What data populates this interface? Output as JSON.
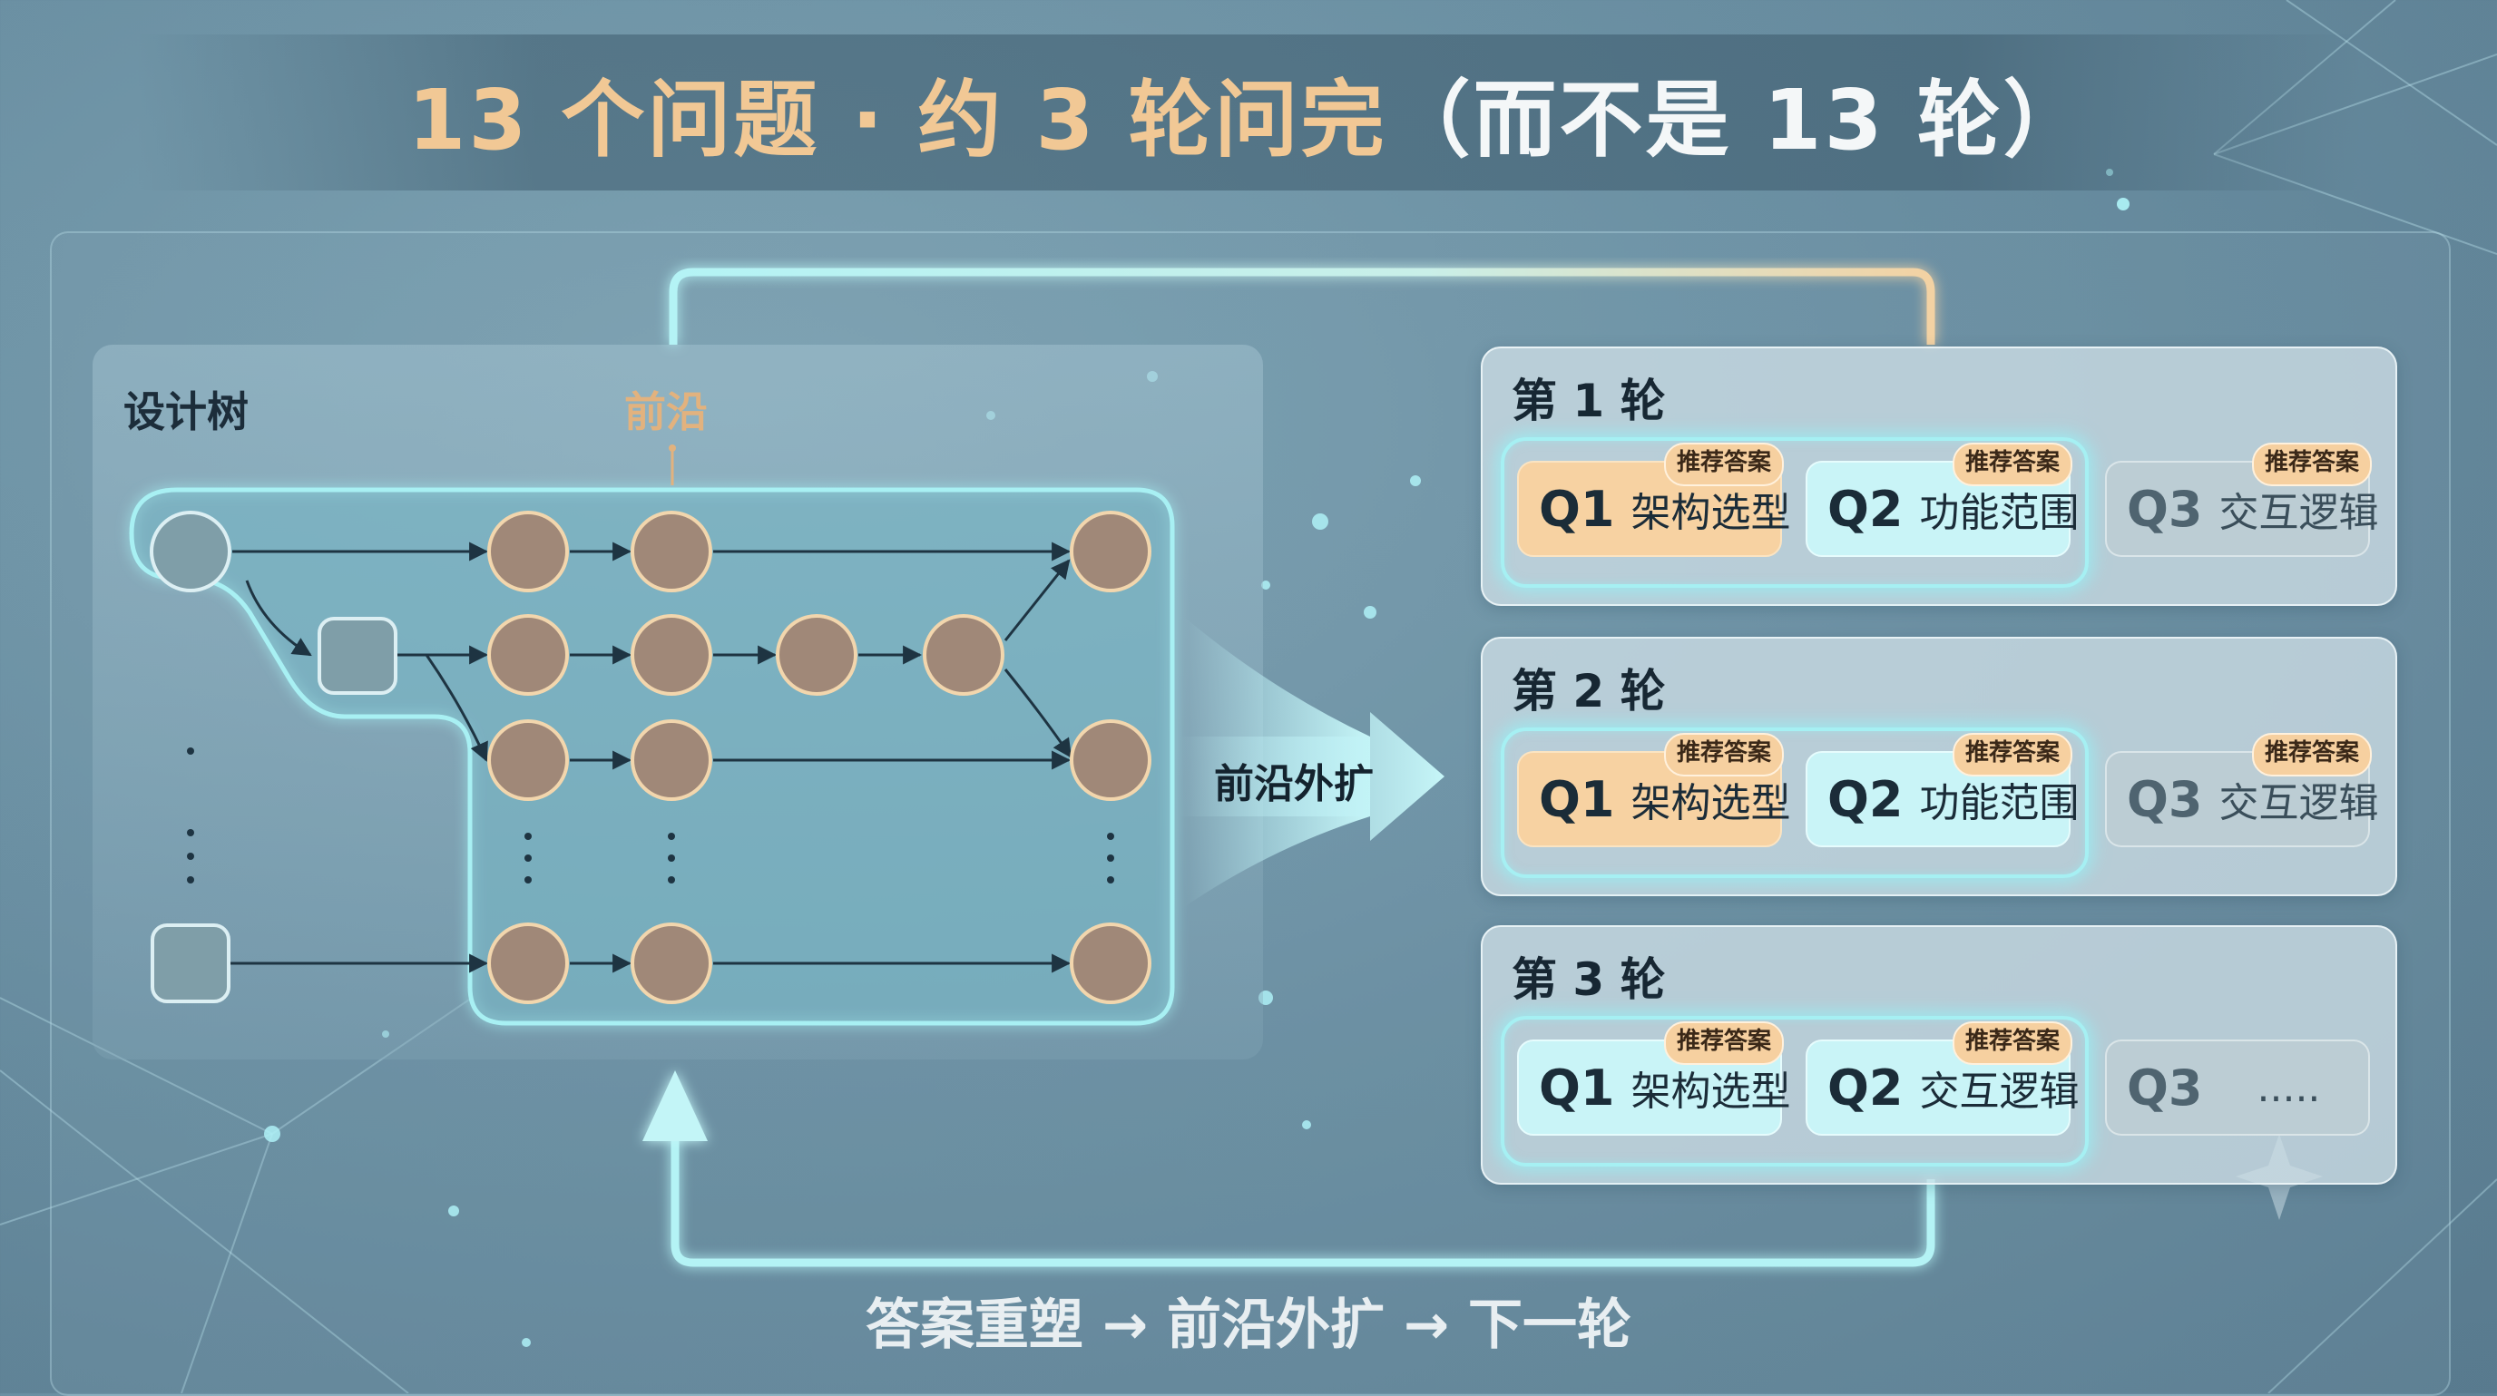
{
  "title": {
    "part1": "13 个问题 · ",
    "part2": "约 3 轮问完",
    "part3": "（而不是 13 轮）"
  },
  "tree_label": "设计树",
  "frontier_label": "前沿",
  "expand_label": "前沿外扩",
  "loop_caption": "答案重塑 → 前沿外扩 → 下一轮",
  "badge_text": "推荐答案",
  "rounds": [
    {
      "title": "第 1 轮",
      "questions": [
        {
          "id": "Q1",
          "name": "架构选型",
          "style": "orange"
        },
        {
          "id": "Q2",
          "name": "功能范围",
          "style": "cyan"
        },
        {
          "id": "Q3",
          "name": "交互逻辑",
          "style": "grey"
        }
      ]
    },
    {
      "title": "第 2 轮",
      "questions": [
        {
          "id": "Q1",
          "name": "架构选型",
          "style": "orange"
        },
        {
          "id": "Q2",
          "name": "功能范围",
          "style": "cyan"
        },
        {
          "id": "Q3",
          "name": "交互逻辑",
          "style": "grey"
        }
      ]
    },
    {
      "title": "第 3 轮",
      "questions": [
        {
          "id": "Q1",
          "name": "架构选型",
          "style": "cyan"
        },
        {
          "id": "Q2",
          "name": "交互逻辑",
          "style": "cyan"
        },
        {
          "id": "Q3",
          "name": ".....",
          "style": "grey"
        }
      ]
    }
  ],
  "colors": {
    "accent_orange": "#f1c895",
    "glow_cyan": "#a6f0f3",
    "node_fill": "#a08878",
    "node_stroke": "#f2d6ad",
    "edge": "#1e3442"
  }
}
